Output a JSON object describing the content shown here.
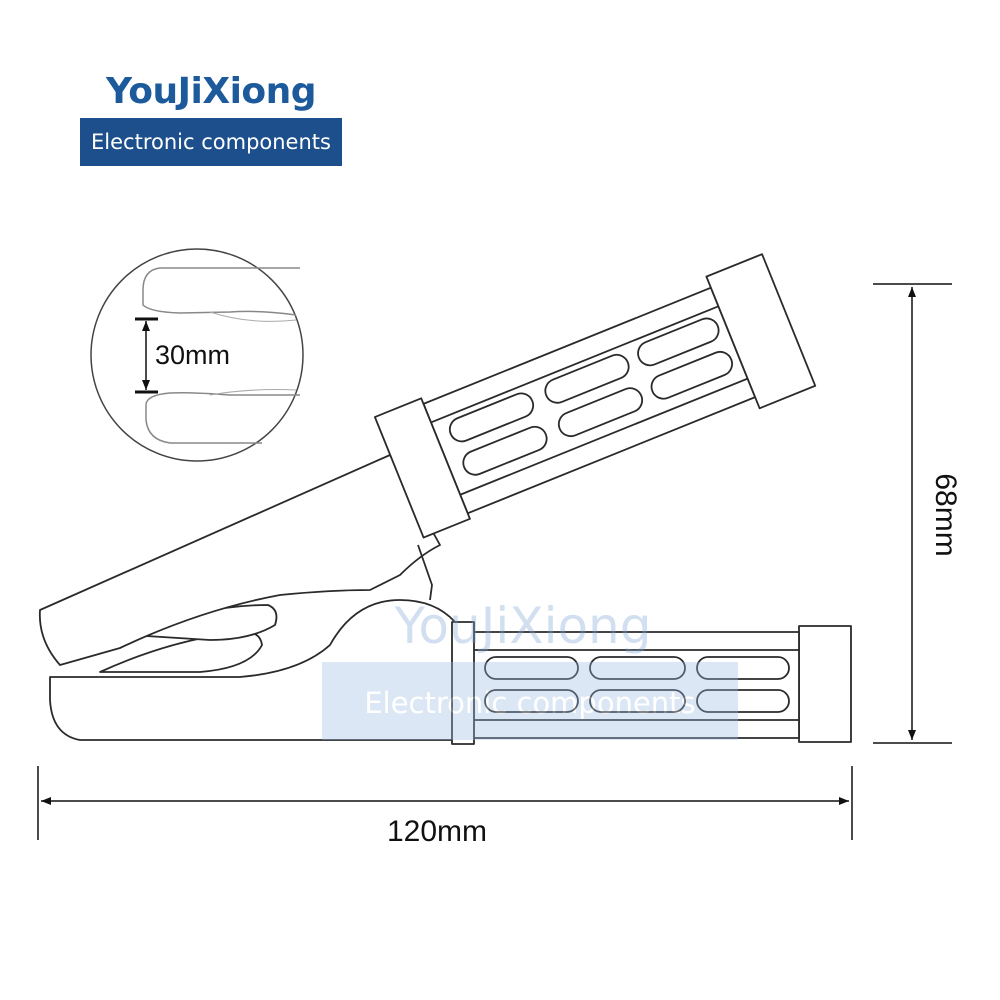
{
  "brand": {
    "name": "YouJiXiong",
    "tagline": "Electronic components",
    "name_color": "#1c5a9c",
    "tagline_bg": "#1c4f8c"
  },
  "dimensions": {
    "jaw_opening": "30mm",
    "height": "68mm",
    "length": "120mm"
  },
  "watermark": {
    "name": "YouJiXiong",
    "tagline": "Electronic components"
  }
}
